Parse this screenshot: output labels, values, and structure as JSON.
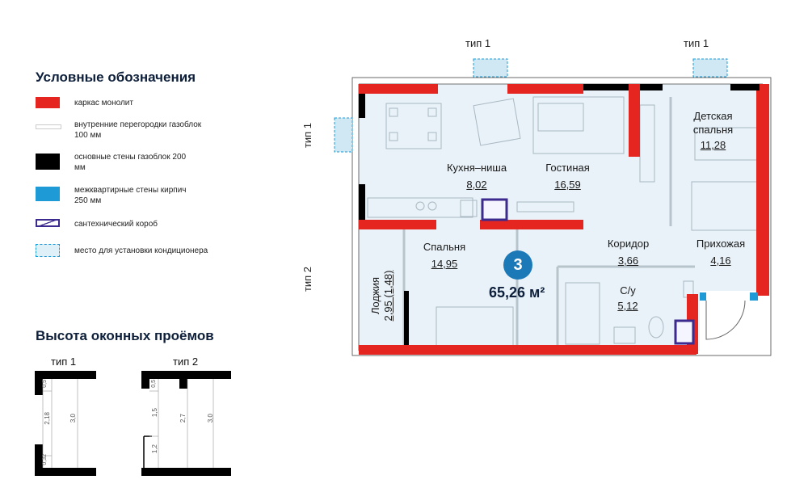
{
  "legend": {
    "title": "Условные обозначения",
    "items": [
      {
        "label": "каркас монолит",
        "color": "#e5251f",
        "style": "solid"
      },
      {
        "label": "внутренние перегородки газоблок 100 мм",
        "color": "#ffffff",
        "style": "outline"
      },
      {
        "label": "основные стены газоблок 200 мм",
        "color": "#000000",
        "style": "solid"
      },
      {
        "label": "межквартирные стены кирпич 250 мм",
        "color": "#1e9bd6",
        "style": "solid"
      },
      {
        "label": "сантехнический короб",
        "color": "#3d2a8e",
        "style": "box"
      },
      {
        "label": "место для установки кондиционера",
        "color": "#cfe8f3",
        "style": "dashed"
      }
    ]
  },
  "windows": {
    "title": "Высота оконных проёмов",
    "type1": {
      "label": "тип 1",
      "dims": [
        "0,5",
        "2,18",
        "3,0",
        "0,32"
      ]
    },
    "type2": {
      "label": "тип 2",
      "dims": [
        "0,5",
        "1,5",
        "1,2",
        "2,7",
        "3,0"
      ]
    }
  },
  "plan": {
    "apartment_number": "3",
    "total_area": "65,26 м²",
    "side_labels": {
      "top_left": "тип 1",
      "top_right": "тип 1",
      "left_top": "тип 1",
      "left_bottom": "тип 2"
    },
    "rooms": [
      {
        "name": "Кухня–ниша",
        "area": "8,02"
      },
      {
        "name": "Гостиная",
        "area": "16,59"
      },
      {
        "name": "Детская спальня",
        "name2": "спальня",
        "area": "11,28"
      },
      {
        "name": "Спальня",
        "area": "14,95"
      },
      {
        "name": "Коридор",
        "area": "3,66"
      },
      {
        "name": "Прихожая",
        "area": "4,16"
      },
      {
        "name": "С/у",
        "area": "5,12"
      },
      {
        "name": "Лоджия",
        "area": "2,95 (1,48)"
      }
    ]
  },
  "colors": {
    "monolith": "#e5251f",
    "wall": "#000000",
    "brick": "#1e9bd6",
    "floor": "#e9f2f8",
    "shaft": "#3d2a8e",
    "ac": "#cfe8f3",
    "accent": "#1b79b8"
  }
}
